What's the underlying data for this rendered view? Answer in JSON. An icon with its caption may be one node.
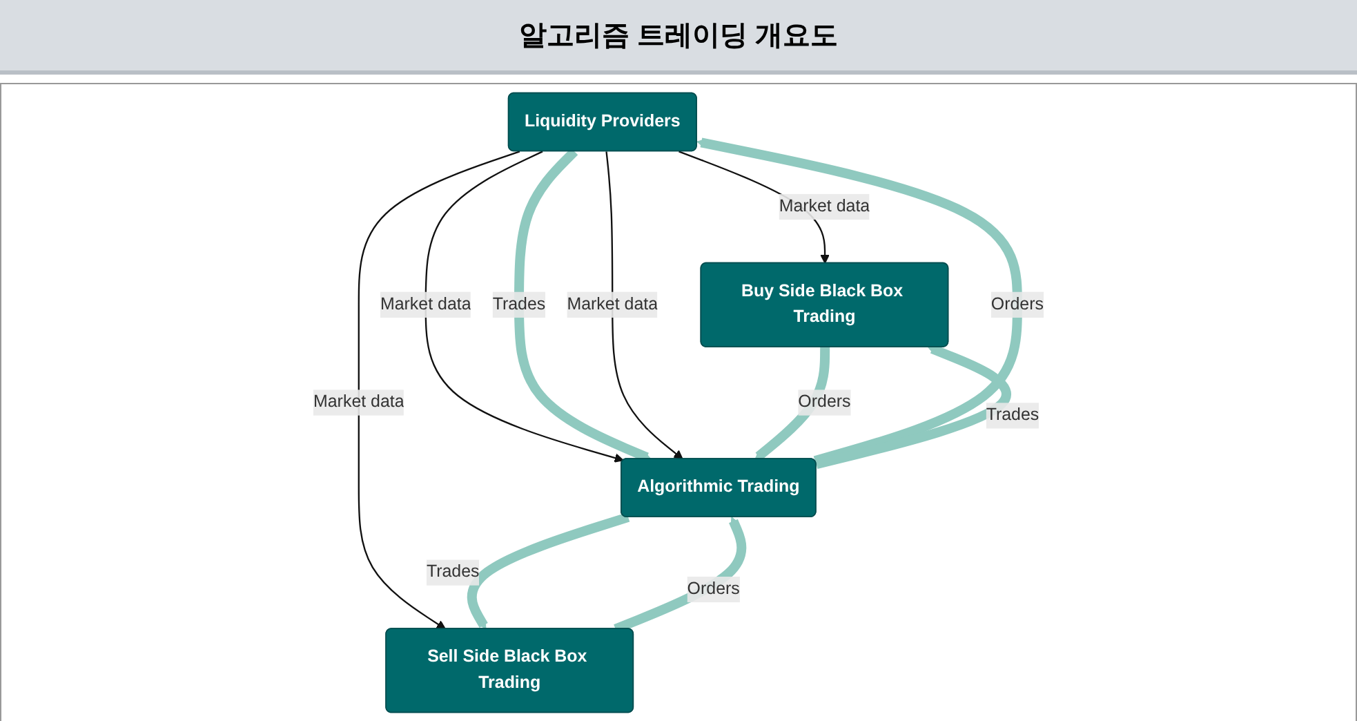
{
  "diagram": {
    "title": "알고리즘 트레이딩 개요도",
    "nodes": [
      {
        "text": [
          "Liquidity Providers"
        ]
      },
      {
        "text": [
          "Buy Side Black Box Trading"
        ]
      },
      {
        "text": [
          "Algorithmic Trading"
        ]
      },
      {
        "text": [
          "Sell Side Black Box Trading"
        ]
      }
    ],
    "edges": [
      {
        "from": 0,
        "to": 1,
        "arrow": "to",
        "label": "Market data",
        "color": "#111111"
      },
      {
        "from": 0,
        "to": 3,
        "arrow": "to",
        "label": "Market data",
        "color": "#111111"
      },
      {
        "from": 0,
        "to": 2,
        "arrow": "to",
        "label": "Market data",
        "color": "#111111"
      },
      {
        "from": 0,
        "to": 2,
        "arrow": "to",
        "label": "Trades"
      },
      {
        "from": 2,
        "to": 0,
        "arrow": "to",
        "label": "Orders"
      },
      {
        "from": 0,
        "to": 2,
        "arrow": "to",
        "label": "Market data",
        "color": "#111111"
      },
      {
        "from": 1,
        "to": 2,
        "arrow": "to",
        "label": "Orders"
      },
      {
        "from": 3,
        "to": 2,
        "arrow": "to",
        "label": "Orders"
      },
      {
        "from": 2,
        "to": 1,
        "arrow": "to",
        "label": "Trades"
      },
      {
        "from": 2,
        "to": 3,
        "arrow": "to",
        "label": "Trades"
      }
    ]
  }
}
